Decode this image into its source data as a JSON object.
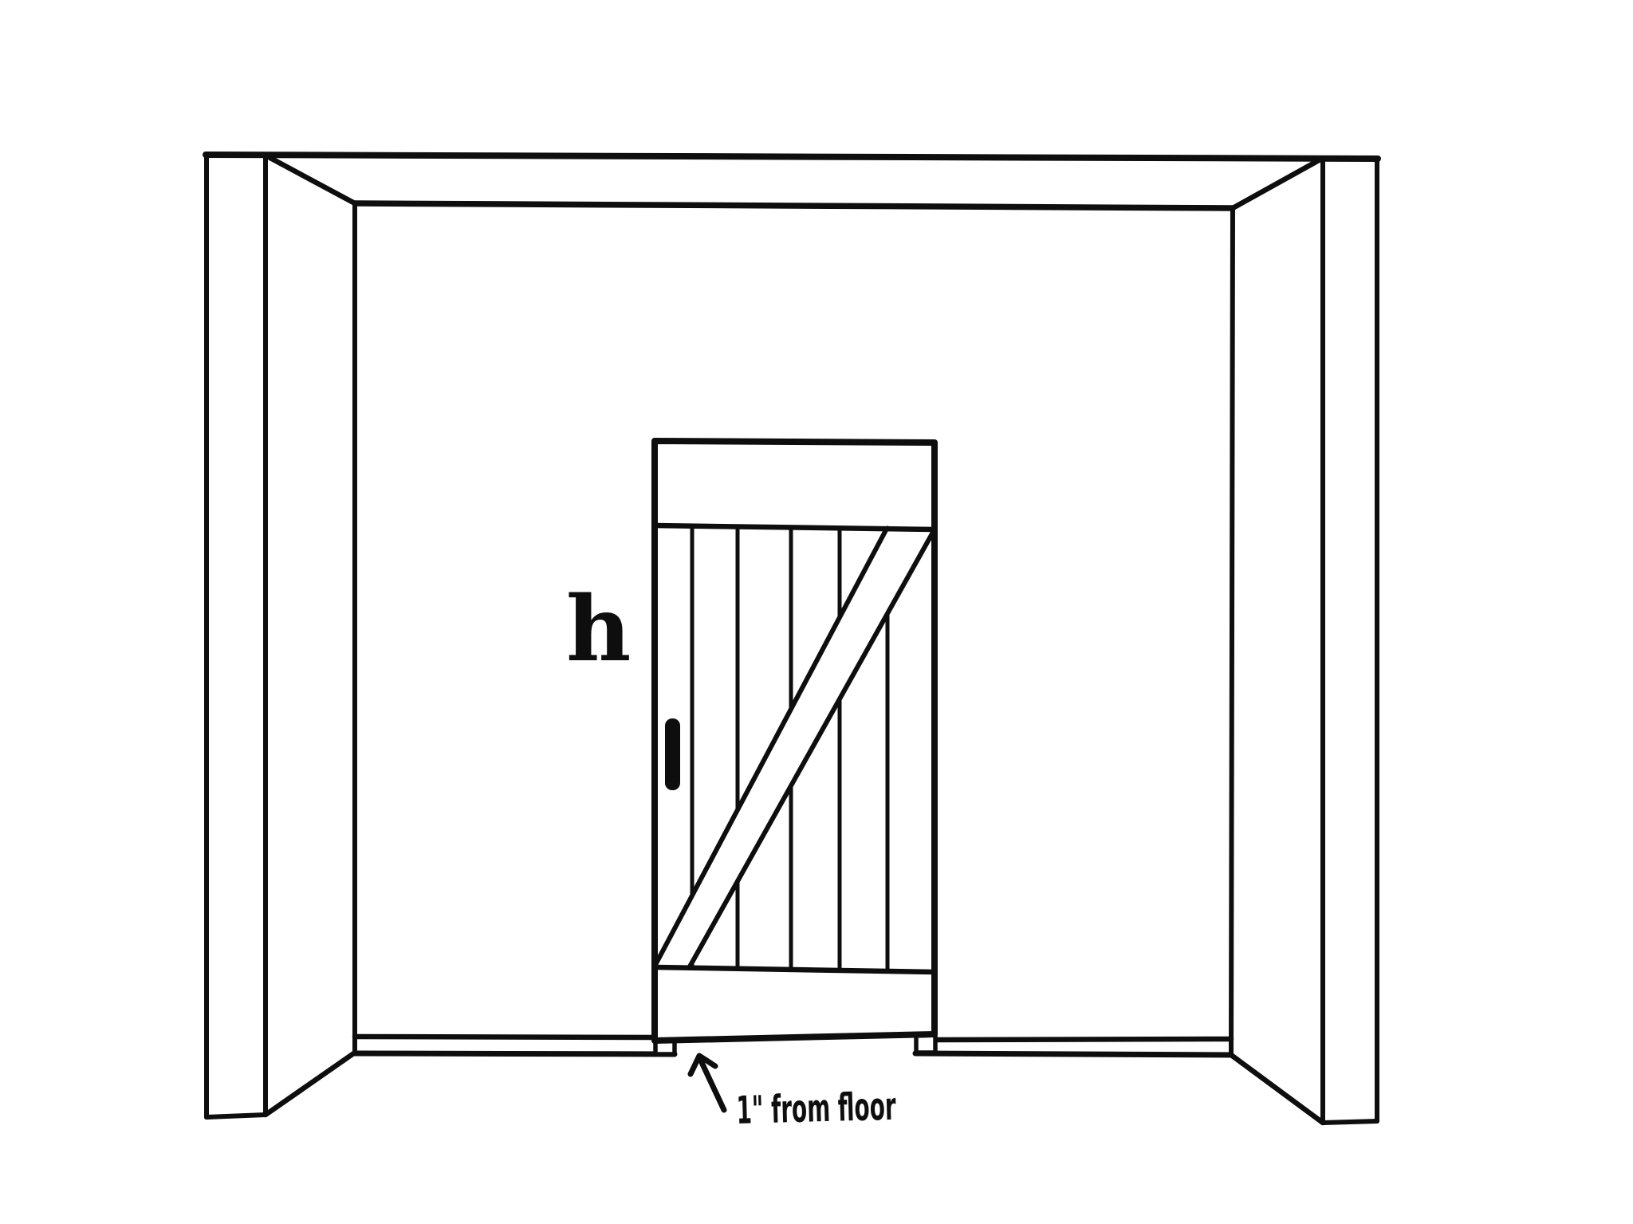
{
  "colors": {
    "ink": "#0e0e0e",
    "paper": "#ffffff"
  },
  "labels": {
    "door_height": "h",
    "floor_gap": "1\" from floor"
  },
  "icons": {
    "floor_gap_arrow": "arrow-up-left"
  },
  "sketch": {
    "subject": "barn door sketch on back wall of room",
    "door": {
      "plank_count": 6,
      "rails": [
        "top",
        "bottom"
      ],
      "brace": "single diagonal, bottom-left to top-right",
      "handle_side": "left",
      "feet_count": 2
    }
  }
}
